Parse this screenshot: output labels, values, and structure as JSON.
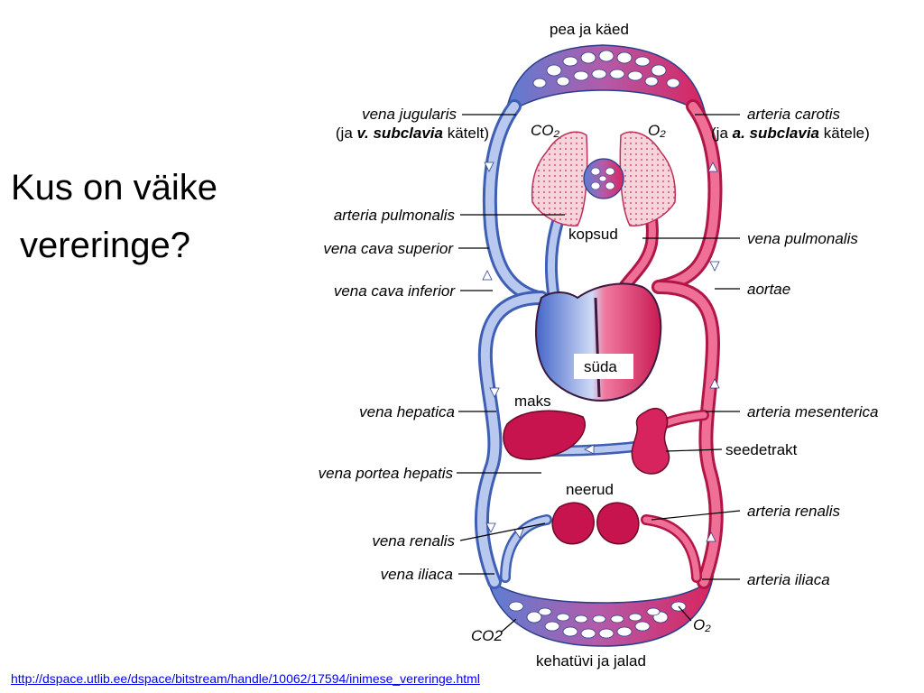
{
  "question": {
    "line1": "Kus on väike",
    "line2": "vereringe?"
  },
  "colors": {
    "vein": "#8fa8dc",
    "vein_dark": "#3f5fb5",
    "artery": "#e0336a",
    "artery_dark": "#b01648",
    "organ": "#c8144e"
  },
  "diagram": {
    "top_label": "pea ja käed",
    "bottom_label": "kehatüvi ja jalad",
    "organs": {
      "lungs": "kopsud",
      "heart": "süda",
      "liver": "maks",
      "kidneys": "neerud"
    },
    "gas": {
      "co2_lung": "CO₂",
      "o2_lung": "O₂",
      "co2_body": "CO2",
      "o2_body": "O₂"
    },
    "left_labels": {
      "jugularis_a": "vena jugularis",
      "jugularis_b_pre": "(ja ",
      "jugularis_b_it": "v. subclavia",
      "jugularis_b_post": " kätelt)",
      "arteria_pulmonalis": "arteria pulmonalis",
      "vena_cava_superior": "vena cava superior",
      "vena_cava_inferior": "vena cava inferior",
      "vena_hepatica": "vena hepatica",
      "vena_portea_hepatis": "vena portea hepatis",
      "vena_renalis": "vena renalis",
      "vena_iliaca": "vena iliaca"
    },
    "right_labels": {
      "carotis_a": "arteria carotis",
      "carotis_b_pre": "(ja ",
      "carotis_b_it": "a. subclavia",
      "carotis_b_post": " kätele)",
      "vena_pulmonalis": "vena pulmonalis",
      "aortae": "aortae",
      "arteria_mesenterica": "arteria mesenterica",
      "seedetrakt": "seedetrakt",
      "arteria_renalis": "arteria renalis",
      "arteria_iliaca": "arteria iliaca"
    }
  },
  "source": {
    "url": "http://dspace.utlib.ee/dspace/bitstream/handle/10062/17594/inimese_vereringe.html"
  }
}
